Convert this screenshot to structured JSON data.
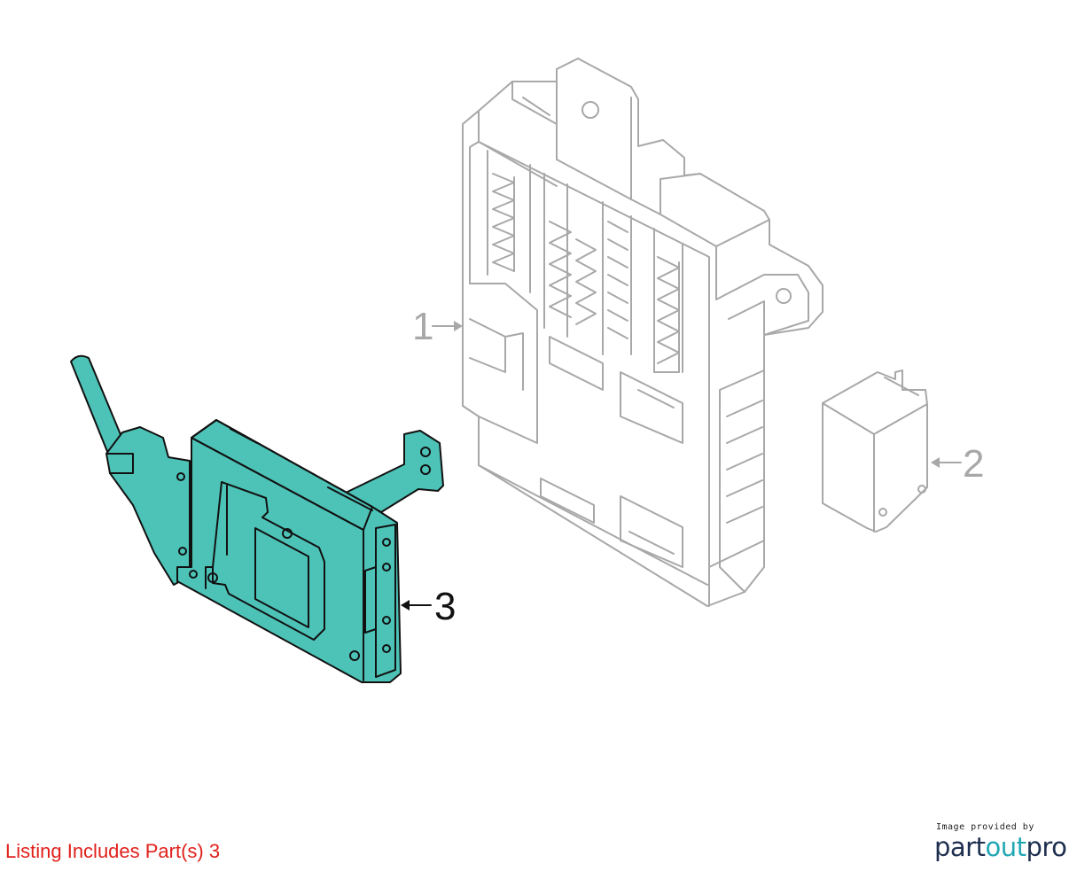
{
  "callouts": {
    "part1": "1",
    "part2": "2",
    "part3": "3"
  },
  "listing_note": "Listing Includes Part(s) 3",
  "credit": {
    "provided_by": "Image provided by",
    "logo_part1": "part",
    "logo_part2": "out",
    "logo_part3": "pro"
  },
  "colors": {
    "highlight": "#4dc3b8",
    "unselected_part": "#a8a8a8",
    "listing_text": "#e0201b",
    "logo_dark": "#1e2f4f",
    "logo_teal": "#21a7b4"
  }
}
